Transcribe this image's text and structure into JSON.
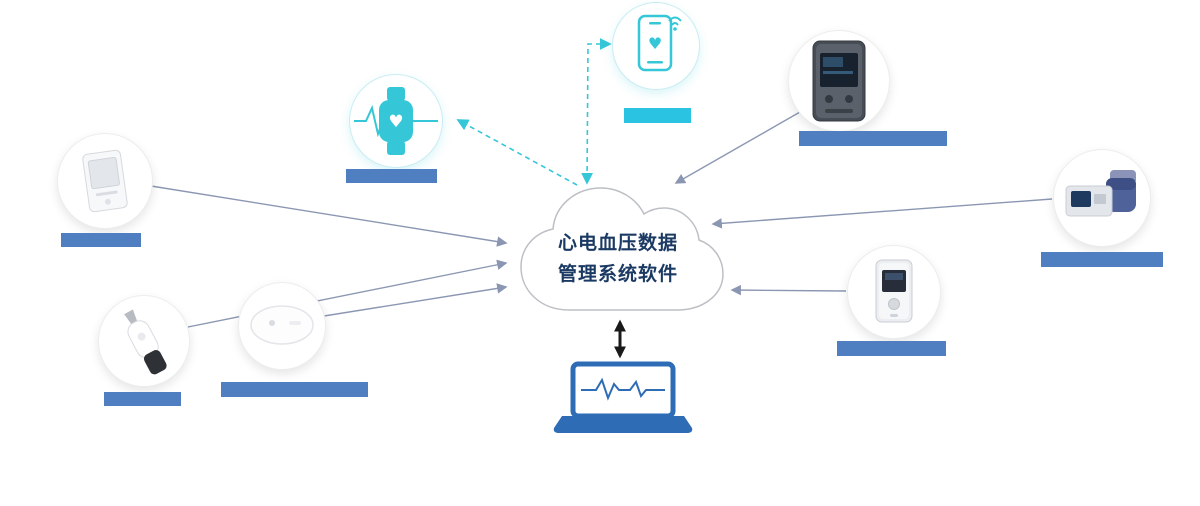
{
  "cloud": {
    "line1": "心电血压数据",
    "line2": "管理系统软件"
  },
  "colors": {
    "label_bar_blue": "#4f7fc1",
    "label_bar_cyan": "#2ac3e2",
    "teal_accent": "#35c7d8",
    "arrow_gray": "#8b97b2",
    "cloud_text": "#1b3a63",
    "laptop_blue": "#2e6cb5"
  },
  "nodes": [
    {
      "id": "handheld-monitor-left",
      "icon": "handheld-monitor-icon",
      "label": ""
    },
    {
      "id": "smartwatch",
      "icon": "smartwatch-ecg-heart-icon",
      "label": ""
    },
    {
      "id": "smartphone",
      "icon": "smartphone-heart-wifi-icon",
      "label": ""
    },
    {
      "id": "bp-monitor-top-right",
      "icon": "blood-pressure-monitor-icon",
      "label": ""
    },
    {
      "id": "bp-device-far-right",
      "icon": "desktop-bp-device-icon",
      "label": ""
    },
    {
      "id": "holter-recorder",
      "icon": "holter-recorder-icon",
      "label": ""
    },
    {
      "id": "ear-thermometer",
      "icon": "ear-thermometer-icon",
      "label": ""
    },
    {
      "id": "ecg-patch",
      "icon": "ecg-patch-icon",
      "label": ""
    }
  ],
  "laptop": {
    "icon": "laptop-ecg-icon"
  },
  "connections": [
    {
      "from": "handheld-monitor-left",
      "to": "cloud",
      "style": "solid"
    },
    {
      "from": "ear-thermometer",
      "to": "cloud",
      "style": "solid"
    },
    {
      "from": "ecg-patch",
      "to": "cloud",
      "style": "solid"
    },
    {
      "from": "bp-monitor-top-right",
      "to": "cloud",
      "style": "solid"
    },
    {
      "from": "bp-device-far-right",
      "to": "cloud",
      "style": "solid"
    },
    {
      "from": "holter-recorder",
      "to": "cloud",
      "style": "solid"
    },
    {
      "from": "cloud",
      "to": "smartwatch",
      "style": "dashed"
    },
    {
      "from": "cloud",
      "to": "smartphone",
      "style": "dashed-bidirectional"
    },
    {
      "from": "cloud",
      "to": "laptop",
      "style": "thick-bidirectional"
    }
  ]
}
